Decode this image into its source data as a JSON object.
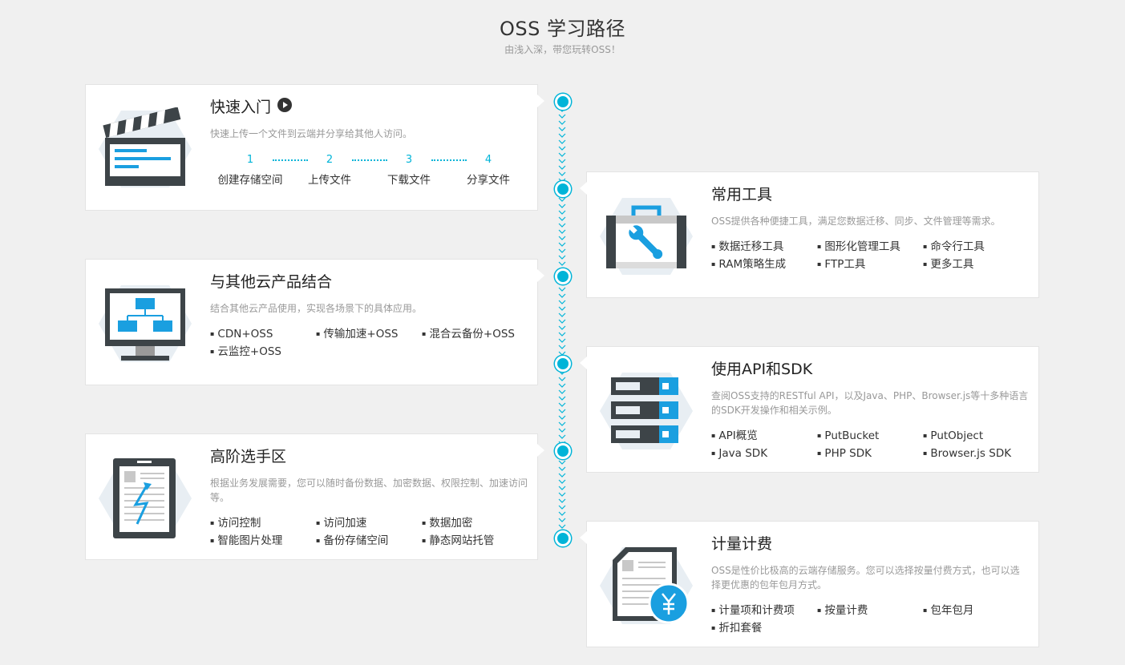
{
  "header": {
    "title": "OSS 学习路径",
    "subtitle": "由浅入深，带您玩转OSS！"
  },
  "colors": {
    "accent": "#00b4d8",
    "dark": "#3d4448",
    "background": "#f0f0f0"
  },
  "cards": {
    "quickstart": {
      "title": "快速入门",
      "icon": "clapperboard-icon",
      "desc": "快速上传一个文件到云端并分享给其他人访问。",
      "steps": [
        {
          "num": "1",
          "label": "创建存储空间"
        },
        {
          "num": "2",
          "label": "上传文件"
        },
        {
          "num": "3",
          "label": "下载文件"
        },
        {
          "num": "4",
          "label": "分享文件"
        }
      ]
    },
    "tools": {
      "title": "常用工具",
      "icon": "toolbox-icon",
      "desc": "OSS提供各种便捷工具，满足您数据迁移、同步、文件管理等需求。",
      "links": [
        "数据迁移工具",
        "图形化管理工具",
        "命令行工具",
        "RAM策略生成",
        "FTP工具",
        "更多工具"
      ]
    },
    "integrate": {
      "title": "与其他云产品结合",
      "icon": "monitor-diagram-icon",
      "desc": "结合其他云产品使用，实现各场景下的具体应用。",
      "links": [
        "CDN+OSS",
        "传输加速+OSS",
        "混合云备份+OSS",
        "云监控+OSS"
      ]
    },
    "api": {
      "title": "使用API和SDK",
      "icon": "server-stack-icon",
      "desc": "查阅OSS支持的RESTful API，以及Java、PHP、Browser.js等十多种语言的SDK开发操作和相关示例。",
      "links": [
        "API概览",
        "PutBucket",
        "PutObject",
        "Java SDK",
        "PHP SDK",
        "Browser.js SDK"
      ]
    },
    "advanced": {
      "title": "高阶选手区",
      "icon": "tablet-lightning-icon",
      "desc": "根据业务发展需要，您可以随时备份数据、加密数据、权限控制、加速访问等。",
      "links": [
        "访问控制",
        "访问加速",
        "数据加密",
        "智能图片处理",
        "备份存储空间",
        "静态网站托管"
      ]
    },
    "billing": {
      "title": "计量计费",
      "icon": "invoice-yen-icon",
      "desc": "OSS是性价比极高的云端存储服务。您可以选择按量付费方式，也可以选择更优惠的包年包月方式。",
      "links": [
        "计量项和计费项",
        "按量计费",
        "包年包月",
        "折扣套餐"
      ]
    }
  }
}
